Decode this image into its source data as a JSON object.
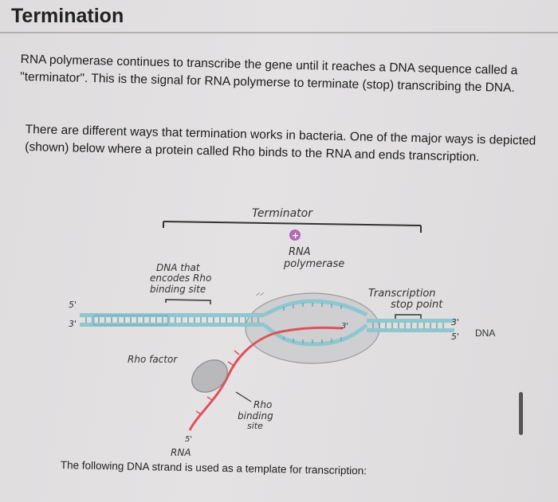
{
  "heading": "Termination",
  "paragraph1": "RNA polymerase continues to transcribe the gene until it reaches a DNA sequence called a \"terminator\". This is the signal for RNA polymerse to terminate (stop) transcribing the DNA.",
  "paragraph2": "There are different ways that termination works in bacteria. One of the major ways is depicted (shown) below where a protein called Rho binds to the RNA and ends transcription.",
  "figure": {
    "terminator": "Terminator",
    "rna_polymerase_line1": "RNA",
    "rna_polymerase_line2": "polymerase",
    "dna_rho_line1": "DNA that",
    "dna_rho_line2": "encodes Rho",
    "dna_rho_line3": "binding site",
    "stop_line1": "Transcription",
    "stop_line2": "stop point",
    "five_prime_top": "5'",
    "three_prime_left": "3'",
    "three_prime_mid": "3'",
    "three_prime_right": "3'",
    "five_prime_right": "5'",
    "five_prime_rna": "5'",
    "dna": "DNA",
    "rho_factor": "Rho factor",
    "rho_binding_line1": "Rho",
    "rho_binding_line2": "binding",
    "rho_binding_line3": "site",
    "rna": "RNA",
    "colors": {
      "dna_strand": "#8ec7cf",
      "rna_strand": "#e0525a",
      "polymerase_fill": "#cfcfd2",
      "rho_fill": "#b9b9bc"
    }
  },
  "footer_text": "The following DNA strand is used as a template for transcription:"
}
